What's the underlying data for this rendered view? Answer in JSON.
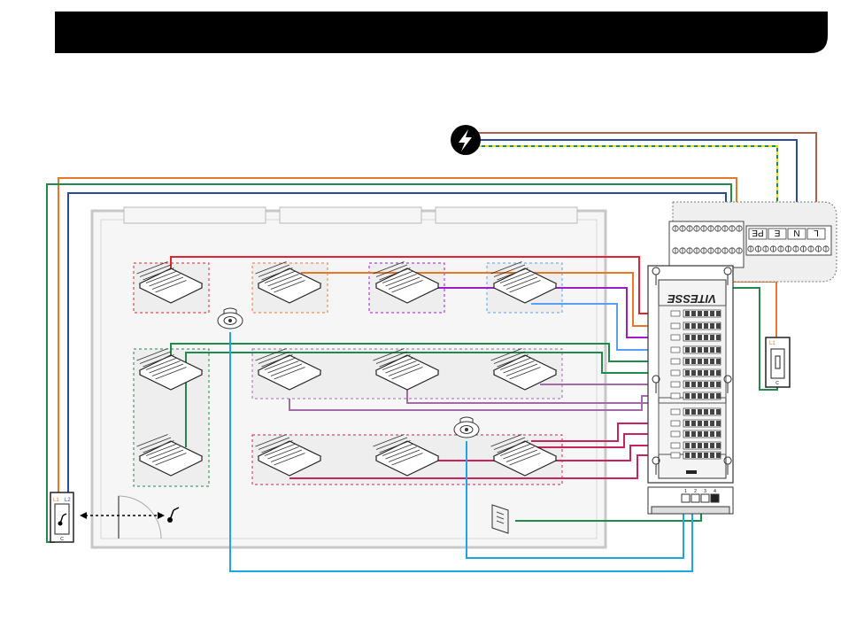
{
  "header": {
    "title": ""
  },
  "controller": {
    "brand": "VITESSE"
  },
  "terminals": {
    "supply_labels": [
      "PE",
      "E",
      "N",
      "L"
    ]
  },
  "switches": {
    "left": {
      "top_left": "L1",
      "top_right": "L2",
      "bottom": "C"
    },
    "right": {
      "top": "L1",
      "bottom": "C"
    }
  },
  "ports": {
    "labels": [
      "1",
      "2",
      "3",
      "4"
    ]
  },
  "colors": {
    "red": "#e0242f",
    "orange": "#e8772a",
    "purple": "#9a1fc8",
    "blue_light": "#5aa0ef",
    "green": "#1f8a4c",
    "mauve": "#a26ba8",
    "crimson": "#c8245a",
    "cyan": "#1ea6e0",
    "navy": "#2a4a9a",
    "brown": "#b0604a",
    "earth_yellow": "#e8d820"
  },
  "icons": {
    "power": "lightning-bolt-icon",
    "grille": "air-grille-icon",
    "sensor": "ceiling-sensor-icon",
    "switch": "wall-switch-icon",
    "keypad": "wall-keypad-icon"
  }
}
